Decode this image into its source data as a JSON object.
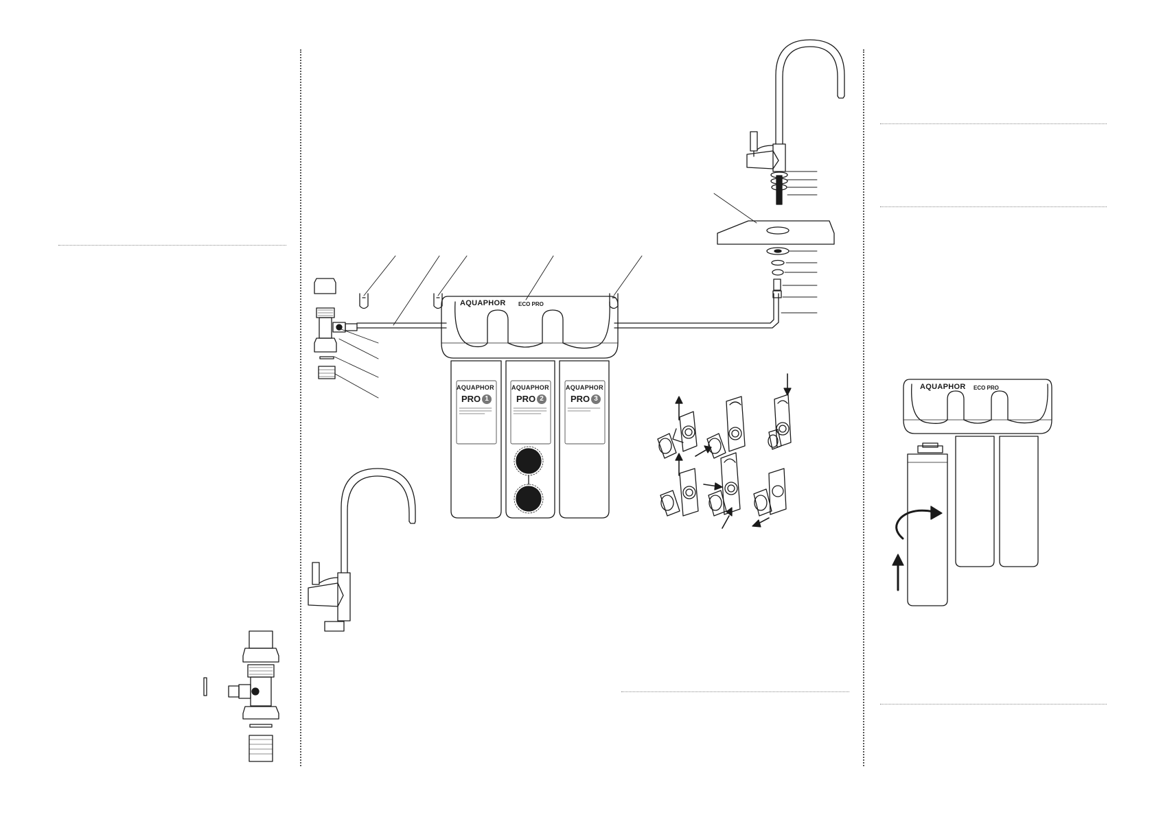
{
  "brand": "AQUAPHOR",
  "housing_model": "ECO PRO",
  "housing_model_small": "ECO PRO",
  "cartridges": [
    {
      "label": "PRO",
      "stage": "1"
    },
    {
      "label": "PRO",
      "stage": "2"
    },
    {
      "label": "PRO",
      "stage": "3"
    }
  ],
  "colors": {
    "line": "#1a1a1a",
    "dot_rule": "#888888",
    "badge": "#777777"
  },
  "icons": [
    "faucet-icon",
    "tee-valve-icon",
    "clip-icon",
    "arrow-icon",
    "rotate-arrow-icon"
  ]
}
